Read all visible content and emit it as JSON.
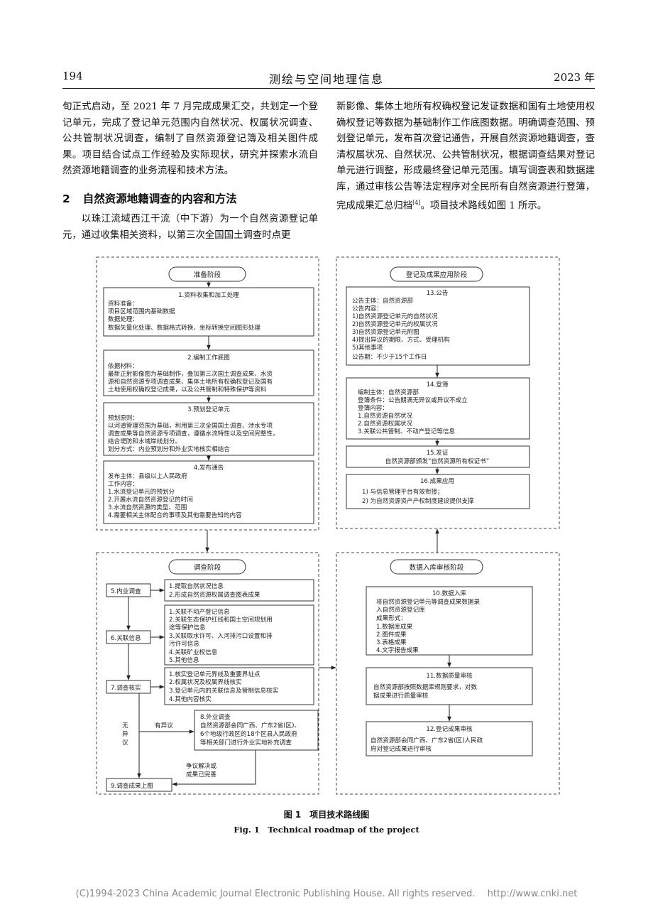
{
  "header": {
    "page_number": "194",
    "journal": "测绘与空间地理信息",
    "year": "2023 年"
  },
  "left_col": {
    "para1": "旬正式启动，至 2021 年 7 月完成成果汇交，共划定一个登记单元，完成了登记单元范围内自然状况、权属状况调查、公共管制状况调查，编制了自然资源登记簿及相关图件成果。项目结合试点工作经验及实际现状，研究并探索水流自然资源地籍调查的业务流程和技术方法。",
    "section_num": "2",
    "section_title": "自然资源地籍调查的内容和方法",
    "para2": "以珠江流域西江干流（中下游）为一个自然资源登记单元，通过收集相关资料，以第三次全国国土调查时点更"
  },
  "right_col": {
    "para": "新影像、集体土地所有权确权登记发证数据和国有土地使用权确权登记等数据为基础制作工作底图数据。明确调查范围、预划登记单元，发布首次登记通告，开展自然资源地籍调查，查清权属状况、自然状况、公共管制状况，根据调查结果对登记单元进行调整，形成最终登记单元范围。填写调查表和数据建库，通过审核公告等法定程序对全民所有自然资源进行登簿，完成成果汇总归档",
    "cite": "[4]",
    "para_end": "。项目技术路线如图 1 所示。"
  },
  "figure": {
    "prep": {
      "title": "准备阶段",
      "b1": [
        "1.资料收集和加工处理",
        "资料准备：",
        "项目区域范围内基础数据",
        "数据处理：",
        "数据矢量化处理、数据格式转换、坐标转换空间图形处理"
      ],
      "b2": [
        "2.编制工作底图",
        "依据材料：",
        "最新正射影像图为基础制作，叠加第三次国土调查成果、水资",
        "源和自然资源专项调查成果、集体土地所有权确权登记及国有",
        "土地使用权确权登记成果，以及公共管制和特殊保护等资料"
      ],
      "b3": [
        "3.预划登记单元",
        "预划原则：",
        "以河道管理范围为基础，利用第三次全国国土调查、涉水专项",
        "调查成果等自然资源专项调查，遵循水流特性以及空间完整性，",
        "结合堤防和水域岸线划分。",
        "划分方式：内业预划分和外业实地核实相结合"
      ],
      "b4": [
        "4.发布通告",
        "发布主体：县级以上人民政府",
        "工作内容：",
        "1.水流登记单元的预划分",
        "2.开展水流自然资源登记的时间",
        "3.水流自然资源的类型、范围",
        "4.需要相关主体配合的事项及其他需要告知的内容"
      ]
    },
    "reg": {
      "title": "登记及成果应用阶段",
      "b13": [
        "13.公告",
        "公告主体：自然资源部",
        "公告内容：",
        "1)自然资源登记单元的自然状况",
        "2)自然资源登记单元的权属状况",
        "3)自然资源登记单元附图",
        "4)提出异议的期限、方式、受理机构",
        "5)其他事项",
        "公告期：不少于15个工作日"
      ],
      "b14": [
        "14.登簿",
        "编制主体：自然资源部",
        "登簿条件：公告期满无异议或异议不成立",
        "登簿内容：",
        "1.自然资源自然状况",
        "2.自然资源权属状况",
        "3.关联公共管制、不动产登记等信息"
      ],
      "b15": [
        "15.发证",
        "自然资源部颁发“自然资源所有权证书”"
      ],
      "b16": [
        "16.成果应用",
        "1) 与信息管理平台有效衔接；",
        "2) 为自然资源资产产权制度建设提供支撑"
      ]
    },
    "survey": {
      "title": "调查阶段",
      "s5": "5.内业调查",
      "s5d": [
        "1.提取自然状况信息",
        "2.形成自然资源权属调查图表成果"
      ],
      "s6": "6.关联信息",
      "s6d": [
        "1.关联不动产登记信息",
        "2.关联生态保护红线和国土空间规划用",
        "途等保护信息",
        "3.关联取水许可、入河排污口设置和排",
        "污许可信息",
        "4.关联矿业权信息",
        "5.其他信息"
      ],
      "s7": "7.调查核实",
      "s7d": [
        "1.核实登记单元界线及重要界址点",
        "2.权属状况及权属界线核实",
        "3.登记单元内的关联信息及管制信息核实",
        "4.其他内容核实"
      ],
      "s8": [
        "8.外业调查",
        "自然资源部会同广西、广东2省(区)、",
        "6个地级行政区的18个区县人民政府",
        "等相关部门进行外业实地补充调查"
      ],
      "s9": "9.调查成果上图",
      "no_obj": [
        "无",
        "异",
        "议"
      ],
      "has_obj": "有异议",
      "resolved": [
        "争议解决或",
        "成果已完善"
      ]
    },
    "db": {
      "title": "数据入库审核阶段",
      "b10": [
        "10.数据入库",
        "将自然资源登记单元等调查成果数据录",
        "入自然资源登记库",
        "成果形式：",
        "1.数据库成果",
        "2.图件成果",
        "3.表格成果",
        "4.文字报告成果"
      ],
      "b11": [
        "11.数据质量审核",
        "自然资源部按照数据库规则要求，对数",
        "据成果进行质量审核"
      ],
      "b12": [
        "12.登记成果审核",
        "自然资源部会同广西、广东2省(区)人民政",
        "府对登记成果进行审核"
      ]
    }
  },
  "caption_cn": "图 1　项目技术路线图",
  "caption_en": "Fig. 1　Technical roadmap of the project",
  "footer": "(C)1994-2023 China Academic Journal Electronic Publishing House. All rights reserved.　 http://www.cnki.net"
}
